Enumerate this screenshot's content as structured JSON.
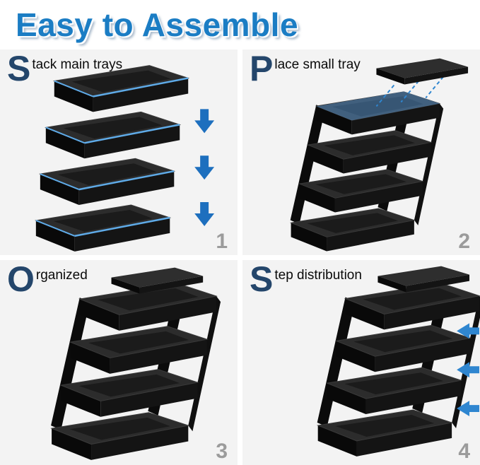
{
  "title": "Easy to Assemble",
  "panels": [
    {
      "letter": "S",
      "label": "tack main trays",
      "number": "1",
      "illustration": "four-main-trays-stacking-with-down-arrows"
    },
    {
      "letter": "P",
      "label": "lace small tray",
      "number": "2",
      "illustration": "small-tray-placed-on-top-with-dashed-guides"
    },
    {
      "letter": "O",
      "label": "rganized",
      "number": "3",
      "illustration": "fully-assembled-mesh-organizer"
    },
    {
      "letter": "S",
      "label": "tep distribution",
      "number": "4",
      "illustration": "assembled-organizer-with-tier-arrows"
    }
  ],
  "colors": {
    "title_blue": "#1b7dc4",
    "dropcap_navy": "#24466b",
    "arrow_blue": "#1d6fbe",
    "highlight_blue": "#5fabe8",
    "number_gray": "#9b9b9b",
    "panel_bg": "#f3f3f3",
    "tray_black": "#141414"
  }
}
